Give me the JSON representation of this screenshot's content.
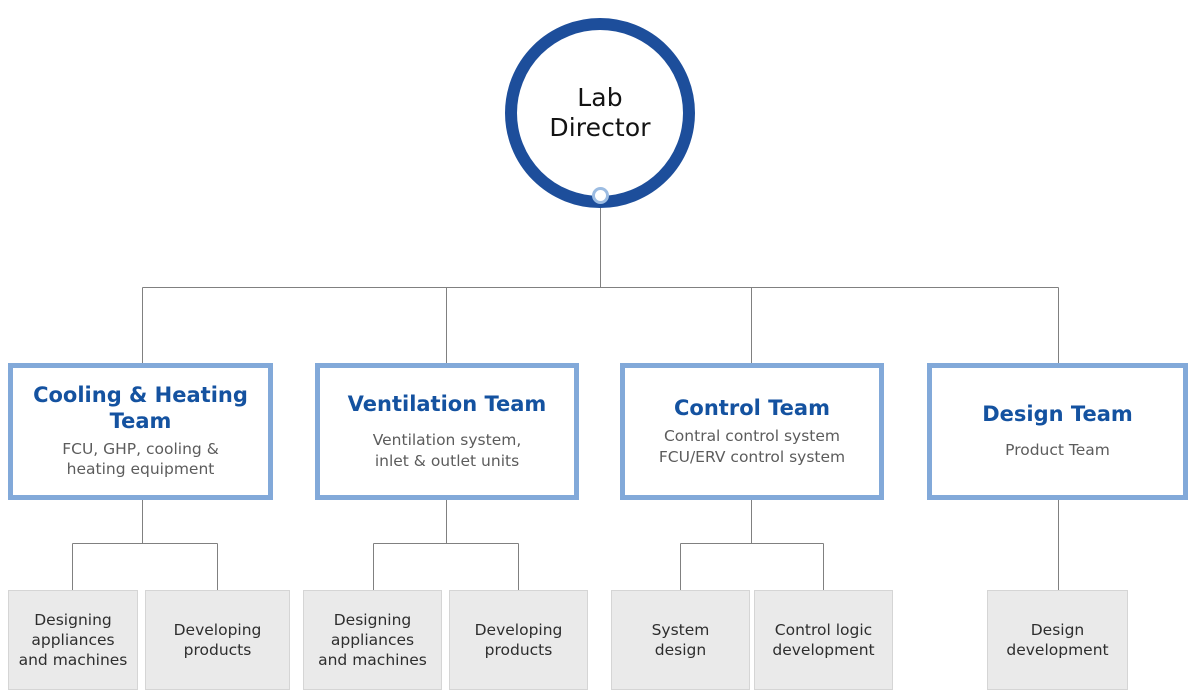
{
  "chart_data": {
    "type": "diagram",
    "diagram_kind": "organization-chart",
    "title": "",
    "colors": {
      "root_ring": "#1D4E9B",
      "root_dot_ring": "#9CBCE2",
      "team_border": "#82A9D9",
      "team_title_text": "#1452A0",
      "team_desc_text": "#5C5C5C",
      "leaf_fill": "#EAEAEA",
      "leaf_border": "#D5D5D5",
      "leaf_text": "#2E2E2E",
      "connector_line": "#808080",
      "background": "#FFFFFF"
    }
  },
  "root": {
    "label_line1": "Lab",
    "label_line2": "Director"
  },
  "teams": [
    {
      "title": "Cooling & Heating Team",
      "desc_line1": "FCU, GHP, cooling &",
      "desc_line2": "heating equipment",
      "children": [
        {
          "line1": "Designing",
          "line2": "appliances",
          "line3": "and machines"
        },
        {
          "line1": "Developing",
          "line2": "products",
          "line3": ""
        }
      ]
    },
    {
      "title": "Ventilation Team",
      "desc_line1": "Ventilation system,",
      "desc_line2": "inlet & outlet units",
      "children": [
        {
          "line1": "Designing",
          "line2": "appliances",
          "line3": "and machines"
        },
        {
          "line1": "Developing",
          "line2": "products",
          "line3": ""
        }
      ]
    },
    {
      "title": "Control Team",
      "desc_line1": "Contral control system",
      "desc_line2": "FCU/ERV control system",
      "children": [
        {
          "line1": "System",
          "line2": "design",
          "line3": ""
        },
        {
          "line1": "Control logic",
          "line2": "development",
          "line3": ""
        }
      ]
    },
    {
      "title": "Design Team",
      "desc_line1": "Product Team",
      "desc_line2": "",
      "children": [
        {
          "line1": "Design",
          "line2": "development",
          "line3": ""
        }
      ]
    }
  ]
}
